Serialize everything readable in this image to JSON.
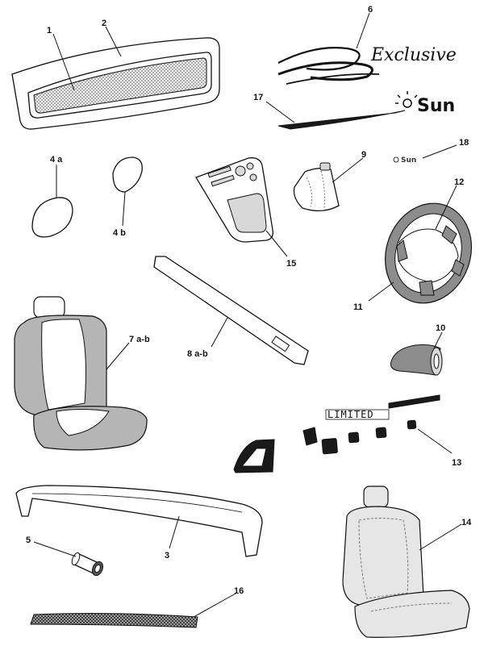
{
  "callouts": {
    "c1": "1",
    "c2": "2",
    "c3": "3",
    "c4a": "4 a",
    "c4b": "4 b",
    "c5": "5",
    "c6": "6",
    "c7": "7  a-b",
    "c8": "8 a-b",
    "c9": "9",
    "c10": "10",
    "c11": "11",
    "c12": "12",
    "c13": "13",
    "c14": "14",
    "c15": "15",
    "c16": "16",
    "c17": "17",
    "c18": "18"
  },
  "decals": {
    "exclusive": "Exclusive",
    "sun": "Sun",
    "sun_small": "Sun",
    "limited": "LIMITED"
  }
}
